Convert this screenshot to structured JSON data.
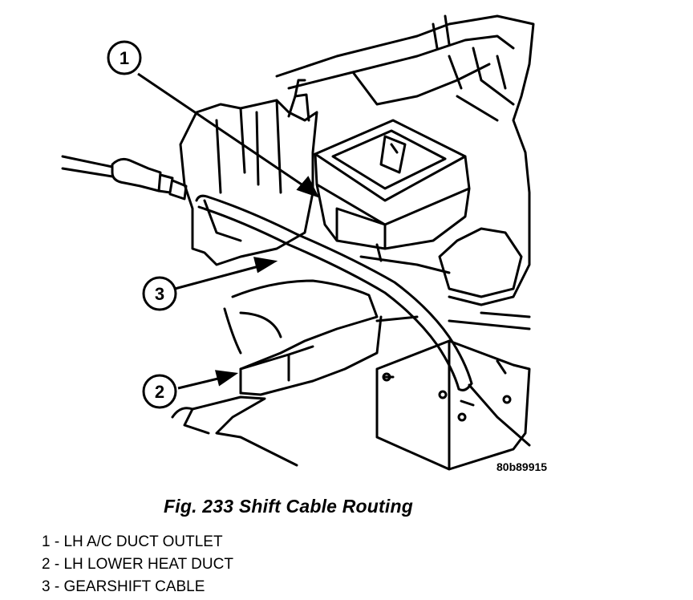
{
  "figure": {
    "code": "80b89915",
    "caption": "Fig. 233 Shift Cable Routing"
  },
  "callouts": [
    {
      "number": "1"
    },
    {
      "number": "3"
    },
    {
      "number": "2"
    }
  ],
  "legend": [
    {
      "text": "1 - LH A/C DUCT OUTLET"
    },
    {
      "text": "2 - LH LOWER HEAT DUCT"
    },
    {
      "text": "3 - GEARSHIFT CABLE"
    }
  ],
  "colors": {
    "line": "#000000",
    "background": "#ffffff"
  }
}
